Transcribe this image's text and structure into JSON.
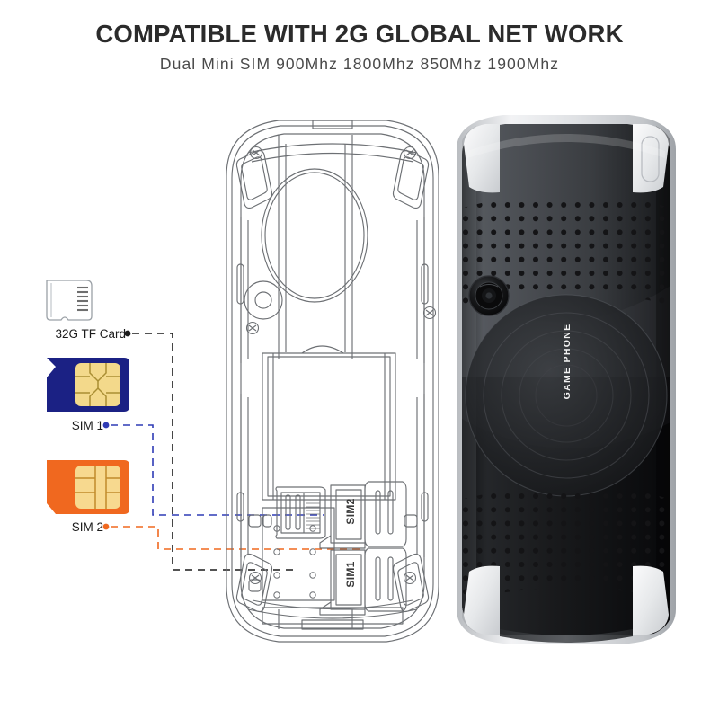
{
  "header": {
    "title": "COMPATIBLE WITH 2G GLOBAL NET WORK",
    "subtitle": "Dual Mini SIM 900Mhz 1800Mhz 850Mhz 1900Mhz"
  },
  "cards": [
    {
      "id": "tf",
      "label": "32G TF Card",
      "icon": "microsd-card-icon",
      "body_color": "#ffffff",
      "outline_color": "#9aa0a6",
      "contact_color": "#6e6e6e",
      "connector_color": "#1a1a1a"
    },
    {
      "id": "sim1",
      "label": "SIM 1",
      "icon": "sim-card-icon",
      "body_color": "#1b2184",
      "chip_color": "#f3d98b",
      "chip_line_color": "#a98e33",
      "connector_color": "#2f3bb5"
    },
    {
      "id": "sim2",
      "label": "SIM 2",
      "icon": "sim-card-icon",
      "body_color": "#f0681f",
      "chip_color": "#f7d98f",
      "chip_line_color": "#c08b2a",
      "connector_color": "#f0681f"
    }
  ],
  "diagram": {
    "name": "phone-back-cover-exploded-cad-drawing",
    "line_color": "#6d7074",
    "slot_labels": [
      {
        "id": "sim2",
        "text": "SIM2"
      },
      {
        "id": "sim1",
        "text": "SIM1"
      }
    ]
  },
  "device": {
    "name": "game-phone-back-view",
    "brand_text": "GAME PHONE",
    "body_color": "#1d1d1f",
    "body_highlight": "#4c5054",
    "trim_color": "#e9eaec",
    "camera_color": "#0b0b0c",
    "speaker_dot_color": "#141416"
  },
  "colors": {
    "background": "#ffffff",
    "title_text": "#2b2b2b",
    "subtitle_text": "#4a4a4a",
    "label_text": "#1c1c1c"
  }
}
